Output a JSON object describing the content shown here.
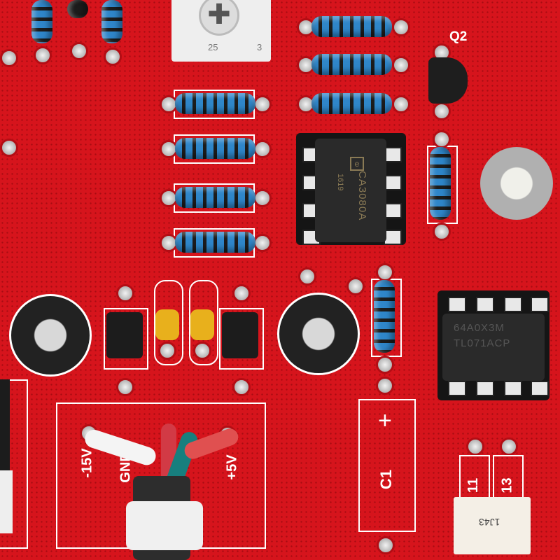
{
  "silkscreen": {
    "transistor_label": "Q2",
    "trimmer_marks": [
      "25",
      "3"
    ],
    "power_labels": [
      "-15V",
      "GND",
      "+5V"
    ],
    "capacitor_label": "C1",
    "capacitor_polarity": "+",
    "pin_labels": [
      "11",
      "13"
    ]
  },
  "chips": {
    "ota": {
      "part": "CA3080A",
      "code": "1619"
    },
    "opamp": {
      "part": "TL071ACP",
      "code": "64A0X3M"
    }
  },
  "connector_marking": "1J43",
  "colors": {
    "board": "#d6141c",
    "resistor": "#2f86c9",
    "silk": "#ffffff"
  }
}
